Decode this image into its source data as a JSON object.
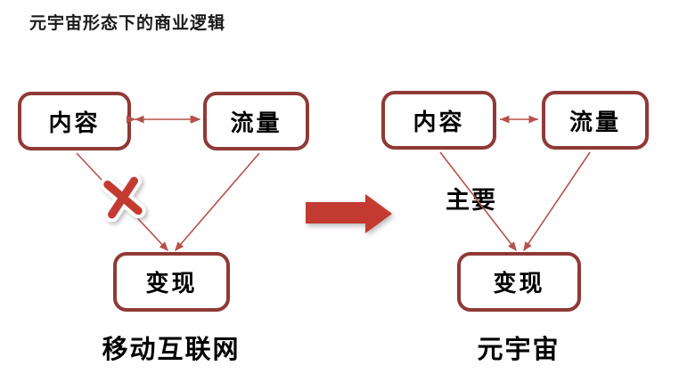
{
  "title": "元宇宙形态下的商业逻辑",
  "colors": {
    "box_border": "#8f3a36",
    "connector": "#b5524c",
    "transform_arrow": "#c23a30",
    "cross_mark": "#c23a30",
    "text": "#1a1a1a"
  },
  "left_diagram": {
    "caption": "移动互联网",
    "nodes": {
      "content": "内容",
      "traffic": "流量",
      "monetization": "变现"
    },
    "edges": {
      "content_traffic": "bidirectional",
      "content_monetization": "blocked (x mark)",
      "traffic_monetization": "arrow"
    }
  },
  "right_diagram": {
    "caption": "元宇宙",
    "nodes": {
      "content": "内容",
      "traffic": "流量",
      "monetization": "变现"
    },
    "edge_annotation": "主要",
    "edges": {
      "content_traffic": "bidirectional",
      "content_monetization": "arrow (primary)",
      "traffic_monetization": "arrow"
    }
  }
}
